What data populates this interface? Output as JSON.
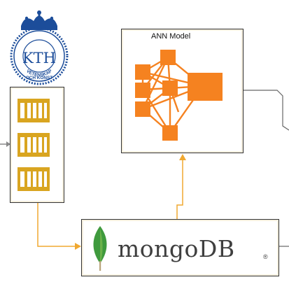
{
  "logo": {
    "name": "KTH",
    "ring_line1": "VETENSKAP",
    "ring_line2": "OCH KONST",
    "color": "#1c4d9a"
  },
  "ann": {
    "title": "ANN Model",
    "color": "#f58220",
    "icon": "neural-network-icon"
  },
  "queue": {
    "count": 3,
    "color": "#d9a520",
    "icon": "message-queue-icon"
  },
  "db": {
    "name": "mongoDB",
    "registered_mark": "®",
    "leaf_color": "#3f9a3d",
    "icon": "mongodb-leaf-icon"
  },
  "connector_color": "#f0a830",
  "edge_arrow_color": "#888888"
}
